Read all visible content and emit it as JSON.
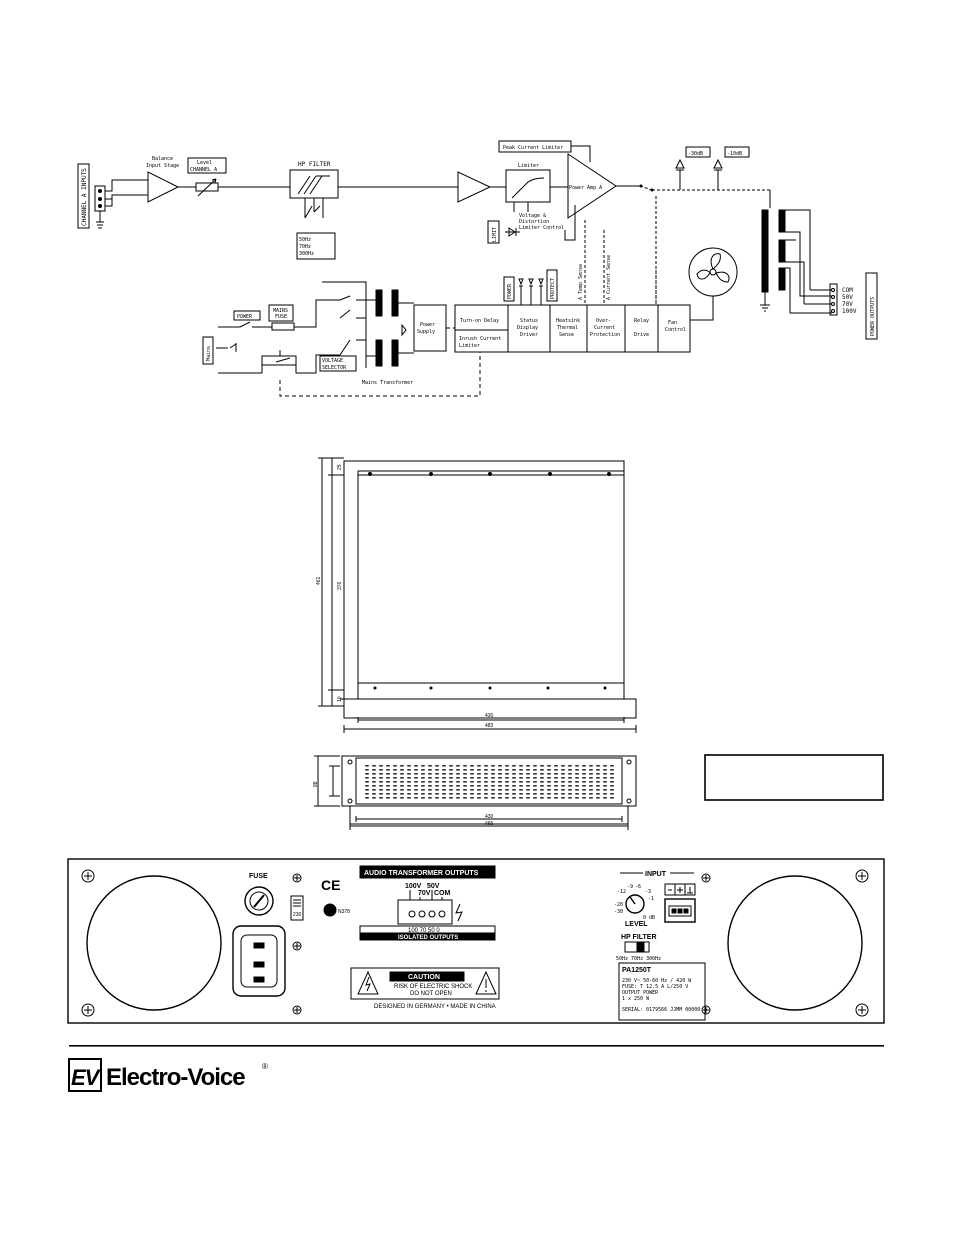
{
  "block_diagram": {
    "inputs_label": "CHANNEL A INPUTS",
    "balance_stage": [
      "Balance",
      "Input Stage"
    ],
    "level_box": [
      "Level",
      "CHANNEL A"
    ],
    "hp_filter": "HP FILTER",
    "hp_options": [
      "50Hz",
      "70Hz",
      "300Hz"
    ],
    "peak_limiter": "Peak Current Limiter",
    "limiter": "Limiter",
    "power_amp": "Power Amp A",
    "limit_led": "LIMIT",
    "vd_limiter": [
      "Voltage &",
      "Distortion",
      "Limiter Control"
    ],
    "led_30": "-30dB",
    "led_10": "-10dB",
    "power_led": "POWER",
    "protect_led": "PROTECT",
    "temp_sense": "A Temp Sense",
    "current_sense": "A Current Sense",
    "power_switch": "POWER",
    "mains_fuse": [
      "MAINS",
      "FUSE"
    ],
    "mains": "Mains",
    "voltage_selector": [
      "VOLTAGE",
      "SELECTOR"
    ],
    "mains_transformer": "Mains Transformer",
    "power_supply": [
      "Power",
      "Supply"
    ],
    "turn_on_delay": "Turn-on Delay",
    "inrush_limiter": [
      "Inrush Current",
      "Limiter"
    ],
    "status_display": [
      "Status",
      "Display",
      "Driver"
    ],
    "heatsink": [
      "Heatsink",
      "Thermal",
      "Sense"
    ],
    "over_current": [
      "Over-",
      "Current",
      "Protection"
    ],
    "relay": [
      "Relay",
      "Drive"
    ],
    "fan": [
      "Fan",
      "Control"
    ],
    "output_taps": [
      "COM",
      "50V",
      "70V",
      "100V"
    ],
    "outputs_label": "POWER OUTPUTS"
  },
  "top_view_dims": {
    "d25": "25",
    "d376": "376",
    "d461": "461",
    "d10": "10",
    "d430": "430",
    "d483": "483"
  },
  "front_view_dims": {
    "d88": "88",
    "d430": "430",
    "d465": "465"
  },
  "rear_panel": {
    "fuse": "FUSE",
    "v230": "230",
    "ce": "CE",
    "c_tick": "N378",
    "audio_out_title": "AUDIO TRANSFORMER OUTPUTS",
    "taps_top": [
      "100V",
      "50V"
    ],
    "taps_mid": [
      "70V",
      "COM"
    ],
    "isolated_numbers": "100 70 50 0",
    "isolated_outputs": "ISOLATED OUTPUTS",
    "caution": "CAUTION",
    "risk": "RISK OF ELECTRIC SHOCK",
    "do_not_open": "DO NOT OPEN",
    "designed": "DESIGNED IN GERMANY • MADE IN CHINA",
    "input": "INPUT",
    "level": "LEVEL",
    "level_scale": [
      "-12",
      "-9",
      "-6",
      "-3",
      "-1",
      "-20",
      "-30",
      "0 dB"
    ],
    "hp_filter": "HP FILTER",
    "hp_opts": "50Hz  70Hz  300Hz",
    "model": "PA1250T",
    "spec1": "230 V~  50-60 Hz / 420 W",
    "spec2": "FUSE: T 12.5 A L/250 V",
    "spec3": "OUTPUT POWER",
    "spec4": "1 x 250 W",
    "serial": "SERIAL: 0179566  JJMM  00000"
  },
  "brand": {
    "ev": "EV",
    "name": "Electro-Voice",
    "reg": "®"
  }
}
